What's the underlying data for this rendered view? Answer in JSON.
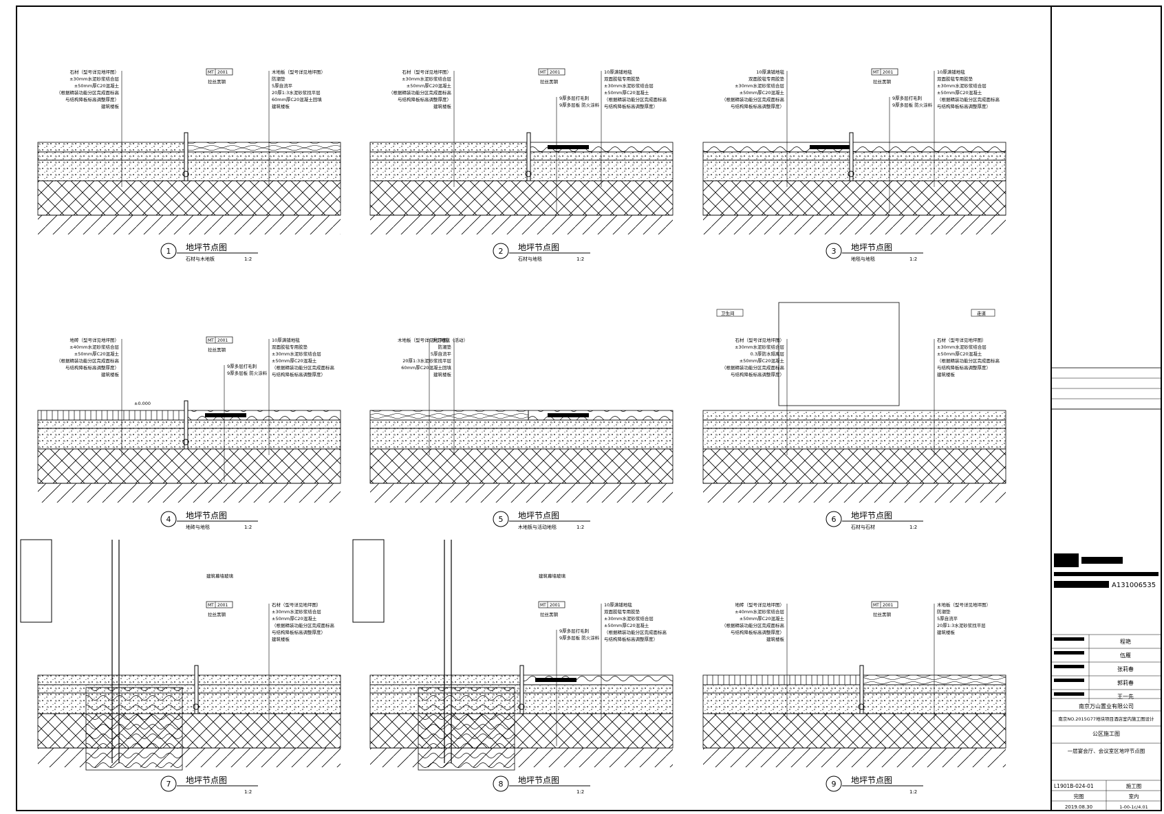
{
  "sheet": {
    "details": [
      {
        "num": "1",
        "title": "地坪节点图",
        "subtitle": "石材与木地板",
        "scale": "1:2",
        "left_labels": [
          "石材（型号详见地坪图）",
          "±30mm水泥砂浆结合层",
          "±50mm厚C20混凝土",
          "（根据精装功能分区完成面标高",
          "与结构降板标高调整厚度）",
          "建筑楼板"
        ],
        "mt": "MT",
        "mt_code": "2001",
        "mt_desc": "拉丝黑钢",
        "right_labels": [
          "木地板（型号详见地坪图）",
          "防潮垫",
          "5厚自流平",
          "20厚1:3水泥砂浆找平层",
          "60mm厚C20混凝土回填",
          "建筑楼板"
        ]
      },
      {
        "num": "2",
        "title": "地坪节点图",
        "subtitle": "石材与地毯",
        "scale": "1:2",
        "left_labels": [
          "石材（型号详见地坪图）",
          "±30mm水泥砂浆结合层",
          "±50mm厚C20混凝土",
          "（根据精装功能分区完成面标高",
          "与结构降板标高调整厚度）",
          "建筑楼板"
        ],
        "mt": "MT",
        "mt_code": "2001",
        "mt_desc": "拉丝黑钢",
        "mid_labels": [
          "9厚多层打毛刺",
          "9厚多层板 防火涂料"
        ],
        "right_labels": [
          "10厚满铺地毯",
          "双面胶毯专用胶垫",
          "±30mm水泥砂浆结合层",
          "±50mm厚C20混凝土",
          "（根据精装功能分区完成面标高",
          "与结构降板标高调整厚度）"
        ]
      },
      {
        "num": "3",
        "title": "地坪节点图",
        "subtitle": "地毯与地毯",
        "scale": "1:2",
        "left_labels": [
          "10厚满铺地毯",
          "双面胶毯专用胶垫",
          "±30mm水泥砂浆结合层",
          "±50mm厚C20混凝土",
          "（根据精装功能分区完成面标高",
          "与结构降板标高调整厚度）"
        ],
        "mt": "MT",
        "mt_code": "2001",
        "mt_desc": "拉丝黑钢",
        "mid_labels": [
          "9厚多层打毛刺",
          "9厚多层板 防火涂料"
        ],
        "right_labels": [
          "10厚满铺地毯",
          "双面胶毯专用胶垫",
          "±30mm水泥砂浆结合层",
          "±50mm厚C20混凝土",
          "（根据精装功能分区完成面标高",
          "与结构降板标高调整厚度）"
        ]
      },
      {
        "num": "4",
        "title": "地坪节点图",
        "subtitle": "地砖与地毯",
        "scale": "1:2",
        "left_labels": [
          "地砖（型号详见地坪图）",
          "±40mm水泥砂浆结合层",
          "±50mm厚C20混凝土",
          "（根据精装功能分区完成面标高",
          "与结构降板标高调整厚度）",
          "建筑楼板"
        ],
        "mt": "MT",
        "mt_code": "2001",
        "mt_desc": "拉丝黑钢",
        "mid_labels": [
          "9厚多层打毛刺",
          "9厚多层板 防火涂料"
        ],
        "level": "±0.000",
        "right_labels": [
          "10厚满铺地毯",
          "双面胶毯专用胶垫",
          "±30mm水泥砂浆结合层",
          "±50mm厚C20混凝土",
          "（根据精装功能分区完成面标高",
          "与结构降板标高调整厚度）"
        ]
      },
      {
        "num": "5",
        "title": "地坪节点图",
        "subtitle": "木地板与活动地毯",
        "scale": "1:2",
        "left_labels": [
          "木地板（型号详见地坪图）",
          "防潮垫",
          "5厚自流平",
          "20厚1:3水泥砂浆找平层",
          "60mm厚C20混凝土回填",
          "建筑楼板"
        ],
        "right_labels": [
          "手工地毯（活动）"
        ]
      },
      {
        "num": "6",
        "title": "地坪节点图",
        "subtitle": "石材与石材",
        "scale": "1:2",
        "room_left": "卫生间",
        "room_right": "走道",
        "left_labels": [
          "石材（型号详见地坪图）",
          "±30mm水泥砂浆结合层",
          "0.3厚防水隔离层",
          "±50mm厚C20混凝土",
          "（根据精装功能分区完成面标高",
          "与结构降板标高调整厚度）"
        ],
        "right_labels": [
          "石材（型号详见地坪图）",
          "±30mm水泥砂浆结合层",
          "±50mm厚C20混凝土",
          "（根据精装功能分区完成面标高",
          "与结构降板标高调整厚度）",
          "建筑楼板"
        ]
      },
      {
        "num": "7",
        "title": "地坪节点图",
        "subtitle": "",
        "scale": "1:2",
        "curtain": "建筑幕墙玻璃",
        "mt": "MT",
        "mt_code": "2001",
        "mt_desc": "拉丝黑钢",
        "right_labels": [
          "石材（型号详见地坪图）",
          "±30mm水泥砂浆结合层",
          "±50mm厚C20混凝土",
          "（根据精装功能分区完成面标高",
          "与结构降板标高调整厚度）",
          "建筑楼板"
        ]
      },
      {
        "num": "8",
        "title": "地坪节点图",
        "subtitle": "",
        "scale": "1:2",
        "curtain": "建筑幕墙玻璃",
        "mt": "MT",
        "mt_code": "2001",
        "mt_desc": "拉丝黑钢",
        "mid_labels": [
          "9厚多层打毛刺",
          "9厚多层板 防火涂料"
        ],
        "right_labels": [
          "10厚满铺地毯",
          "双面胶毯专用胶垫",
          "±30mm水泥砂浆结合层",
          "±50mm厚C20混凝土",
          "（根据精装功能分区完成面标高",
          "与结构降板标高调整厚度）"
        ]
      },
      {
        "num": "9",
        "title": "地坪节点图",
        "subtitle": "",
        "scale": "1:2",
        "left_labels": [
          "地砖（型号详见地坪图）",
          "±40mm水泥砂浆结合层",
          "±50mm厚C20混凝土",
          "（根据精装功能分区完成面标高",
          "与结构降板标高调整厚度）",
          "建筑楼板"
        ],
        "mt": "MT",
        "mt_code": "2001",
        "mt_desc": "拉丝黑钢",
        "right_labels": [
          "木地板（型号详见地坪图）",
          "防潮垫",
          "5厚自流平",
          "20厚1:3水泥砂浆找平层",
          "建筑楼板"
        ]
      }
    ]
  },
  "title_block": {
    "cert": "A131006535",
    "reviewer": "程艳",
    "checker": "伍雁",
    "designer": "张莉春",
    "drafter": "郭莉春",
    "leader": "王一先",
    "client": "南京万山置业有限公司",
    "project": "南京NO.2015G77地块项目酒店室内施工图设计",
    "area": "公区施工图",
    "drawing": "一层宴会厅、会议室区地坪节点图",
    "drawing_no": "L1901B-024-01",
    "stage": "施工图",
    "discipline": "室内",
    "phase": "完图",
    "date": "2019.08.30",
    "sheet_no": "1-00-1c/4.01"
  }
}
